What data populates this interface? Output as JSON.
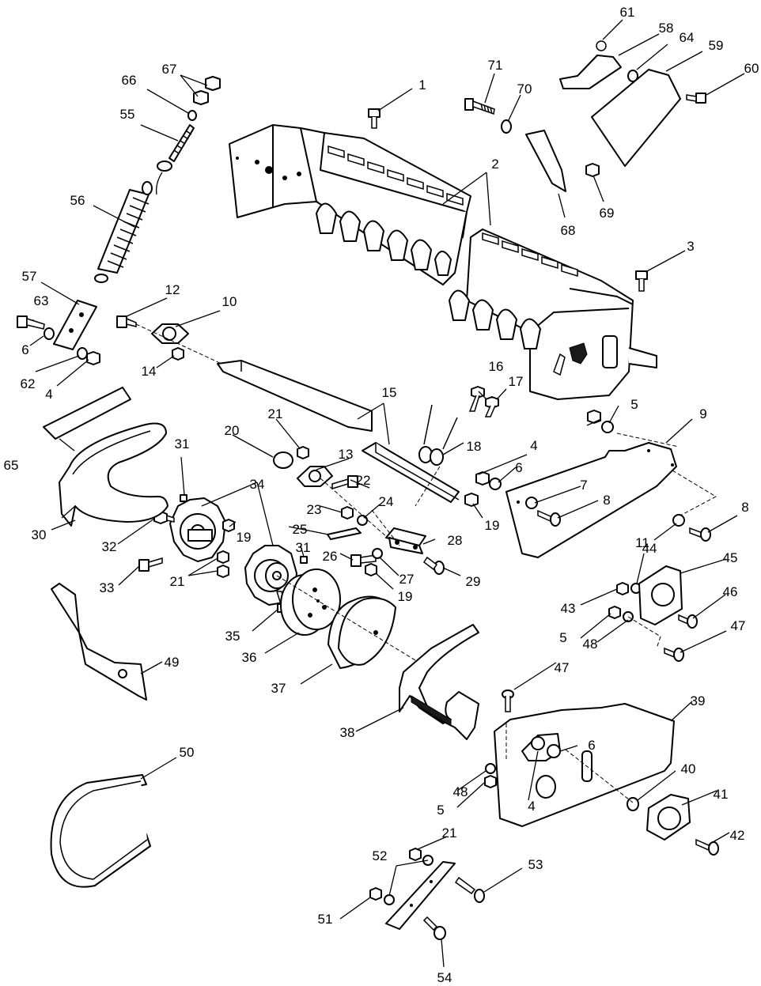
{
  "callouts": [
    {
      "id": "c1",
      "text": "1"
    },
    {
      "id": "c2",
      "text": "2"
    },
    {
      "id": "c3",
      "text": "3"
    },
    {
      "id": "c4a",
      "text": "4"
    },
    {
      "id": "c4b",
      "text": "4"
    },
    {
      "id": "c4c",
      "text": "4"
    },
    {
      "id": "c5a",
      "text": "5"
    },
    {
      "id": "c5b",
      "text": "5"
    },
    {
      "id": "c5c",
      "text": "5"
    },
    {
      "id": "c6a",
      "text": "6"
    },
    {
      "id": "c6b",
      "text": "6"
    },
    {
      "id": "c6c",
      "text": "6"
    },
    {
      "id": "c7",
      "text": "7"
    },
    {
      "id": "c8a",
      "text": "8"
    },
    {
      "id": "c8b",
      "text": "8"
    },
    {
      "id": "c9",
      "text": "9"
    },
    {
      "id": "c10",
      "text": "10"
    },
    {
      "id": "c11",
      "text": "11"
    },
    {
      "id": "c12",
      "text": "12"
    },
    {
      "id": "c13",
      "text": "13"
    },
    {
      "id": "c14",
      "text": "14"
    },
    {
      "id": "c15",
      "text": "15"
    },
    {
      "id": "c16",
      "text": "16"
    },
    {
      "id": "c17",
      "text": "17"
    },
    {
      "id": "c18",
      "text": "18"
    },
    {
      "id": "c19a",
      "text": "19"
    },
    {
      "id": "c19b",
      "text": "19"
    },
    {
      "id": "c19c",
      "text": "19"
    },
    {
      "id": "c20",
      "text": "20"
    },
    {
      "id": "c21a",
      "text": "21"
    },
    {
      "id": "c21b",
      "text": "21"
    },
    {
      "id": "c21c",
      "text": "21"
    },
    {
      "id": "c22",
      "text": "22"
    },
    {
      "id": "c23",
      "text": "23"
    },
    {
      "id": "c24",
      "text": "24"
    },
    {
      "id": "c25",
      "text": "25"
    },
    {
      "id": "c26",
      "text": "26"
    },
    {
      "id": "c27",
      "text": "27"
    },
    {
      "id": "c28",
      "text": "28"
    },
    {
      "id": "c29",
      "text": "29"
    },
    {
      "id": "c30",
      "text": "30"
    },
    {
      "id": "c31a",
      "text": "31"
    },
    {
      "id": "c31b",
      "text": "31"
    },
    {
      "id": "c32",
      "text": "32"
    },
    {
      "id": "c33",
      "text": "33"
    },
    {
      "id": "c34",
      "text": "34"
    },
    {
      "id": "c35",
      "text": "35"
    },
    {
      "id": "c36",
      "text": "36"
    },
    {
      "id": "c37",
      "text": "37"
    },
    {
      "id": "c38",
      "text": "38"
    },
    {
      "id": "c39",
      "text": "39"
    },
    {
      "id": "c40",
      "text": "40"
    },
    {
      "id": "c41",
      "text": "41"
    },
    {
      "id": "c42",
      "text": "42"
    },
    {
      "id": "c43",
      "text": "43"
    },
    {
      "id": "c44",
      "text": "44"
    },
    {
      "id": "c45",
      "text": "45"
    },
    {
      "id": "c46",
      "text": "46"
    },
    {
      "id": "c47a",
      "text": "47"
    },
    {
      "id": "c47b",
      "text": "47"
    },
    {
      "id": "c48a",
      "text": "48"
    },
    {
      "id": "c48b",
      "text": "48"
    },
    {
      "id": "c49",
      "text": "49"
    },
    {
      "id": "c50",
      "text": "50"
    },
    {
      "id": "c51",
      "text": "51"
    },
    {
      "id": "c52",
      "text": "52"
    },
    {
      "id": "c53",
      "text": "53"
    },
    {
      "id": "c54",
      "text": "54"
    },
    {
      "id": "c55",
      "text": "55"
    },
    {
      "id": "c56",
      "text": "56"
    },
    {
      "id": "c57",
      "text": "57"
    },
    {
      "id": "c58",
      "text": "58"
    },
    {
      "id": "c59",
      "text": "59"
    },
    {
      "id": "c60",
      "text": "60"
    },
    {
      "id": "c61",
      "text": "61"
    },
    {
      "id": "c62",
      "text": "62"
    },
    {
      "id": "c63",
      "text": "63"
    },
    {
      "id": "c64",
      "text": "64"
    },
    {
      "id": "c65",
      "text": "65"
    },
    {
      "id": "c66",
      "text": "66"
    },
    {
      "id": "c67",
      "text": "67"
    },
    {
      "id": "c68",
      "text": "68"
    },
    {
      "id": "c69",
      "text": "69"
    },
    {
      "id": "c70",
      "text": "70"
    },
    {
      "id": "c71",
      "text": "71"
    }
  ]
}
